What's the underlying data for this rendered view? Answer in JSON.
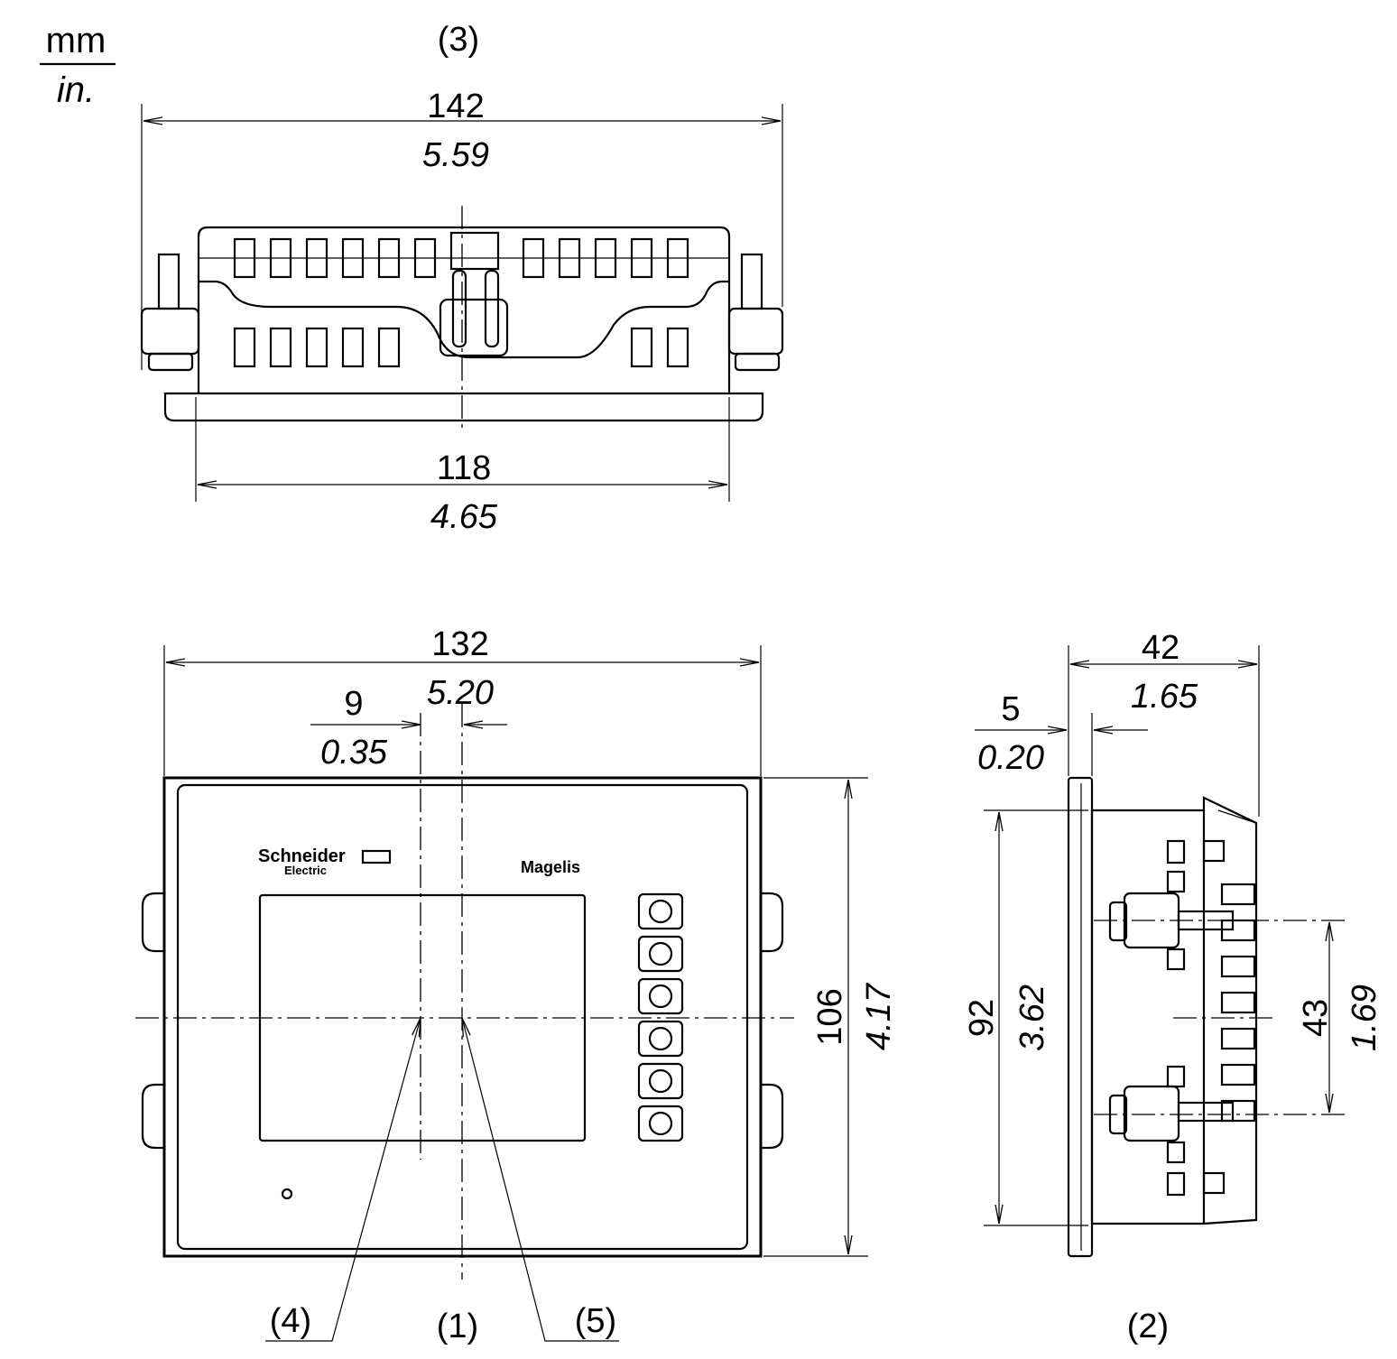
{
  "units": {
    "top": "mm",
    "bottom": "in."
  },
  "views": {
    "top_view": {
      "label": "(3)"
    },
    "front_view": {
      "label": "(1)"
    },
    "side_view": {
      "label": "(2)"
    }
  },
  "callouts": {
    "left": "(4)",
    "right": "(5)"
  },
  "dimensions": {
    "top_overall": {
      "mm": "142",
      "in": "5.59"
    },
    "top_body": {
      "mm": "118",
      "in": "4.65"
    },
    "front_width": {
      "mm": "132",
      "in": "5.20"
    },
    "front_offset": {
      "mm": "9",
      "in": "0.35"
    },
    "front_height": {
      "mm": "106",
      "in": "4.17"
    },
    "side_depth": {
      "mm": "42",
      "in": "1.65"
    },
    "side_bezel": {
      "mm": "5",
      "in": "0.20"
    },
    "side_body_height": {
      "mm": "92",
      "in": "3.62"
    },
    "side_port_spacing": {
      "mm": "43",
      "in": "1.69"
    }
  },
  "front_panel": {
    "brand_line1": "Schneider",
    "brand_line2": "Electric",
    "product": "Magelis",
    "buttons": 6
  }
}
